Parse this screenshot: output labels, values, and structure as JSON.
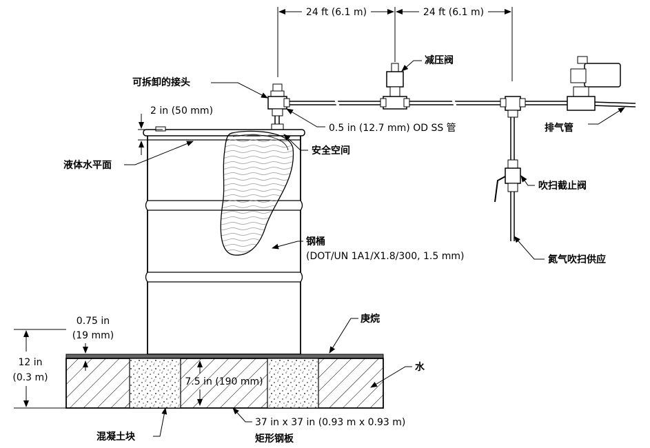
{
  "dimensions": {
    "span_left": "24 ft (6.1 m)",
    "span_right": "24 ft (6.1 m)",
    "headspace": "2 in (50 mm)",
    "concrete_top": "0.75 in",
    "concrete_top_mm": "(19 mm)",
    "total_height": "12 in",
    "total_height_m": "(0.3 m)",
    "water_depth": "7.5 in (190 mm)",
    "plate_size": "37 in x 37 in (0.93 m x 0.93 m)"
  },
  "labels": {
    "removable_joint": "可拆卸的接头",
    "pressure_reducing_valve": "减压阀",
    "tubing": "0.5 in (12.7 mm) OD SS 管",
    "vent_pipe": "排气管",
    "liquid_level": "液体水平面",
    "safety_space": "安全空间",
    "purge_shutoff_valve": "吹扫截止阀",
    "steel_drum": "钢桶",
    "drum_spec": "(DOT/UN 1A1/X1.8/300, 1.5 mm)",
    "nitrogen_purge_supply": "氮气吹扫供应",
    "cement_grout": "庚烷",
    "water": "水",
    "concrete_block": "混凝土块",
    "rect_steel_plate": "矩形钢板"
  }
}
